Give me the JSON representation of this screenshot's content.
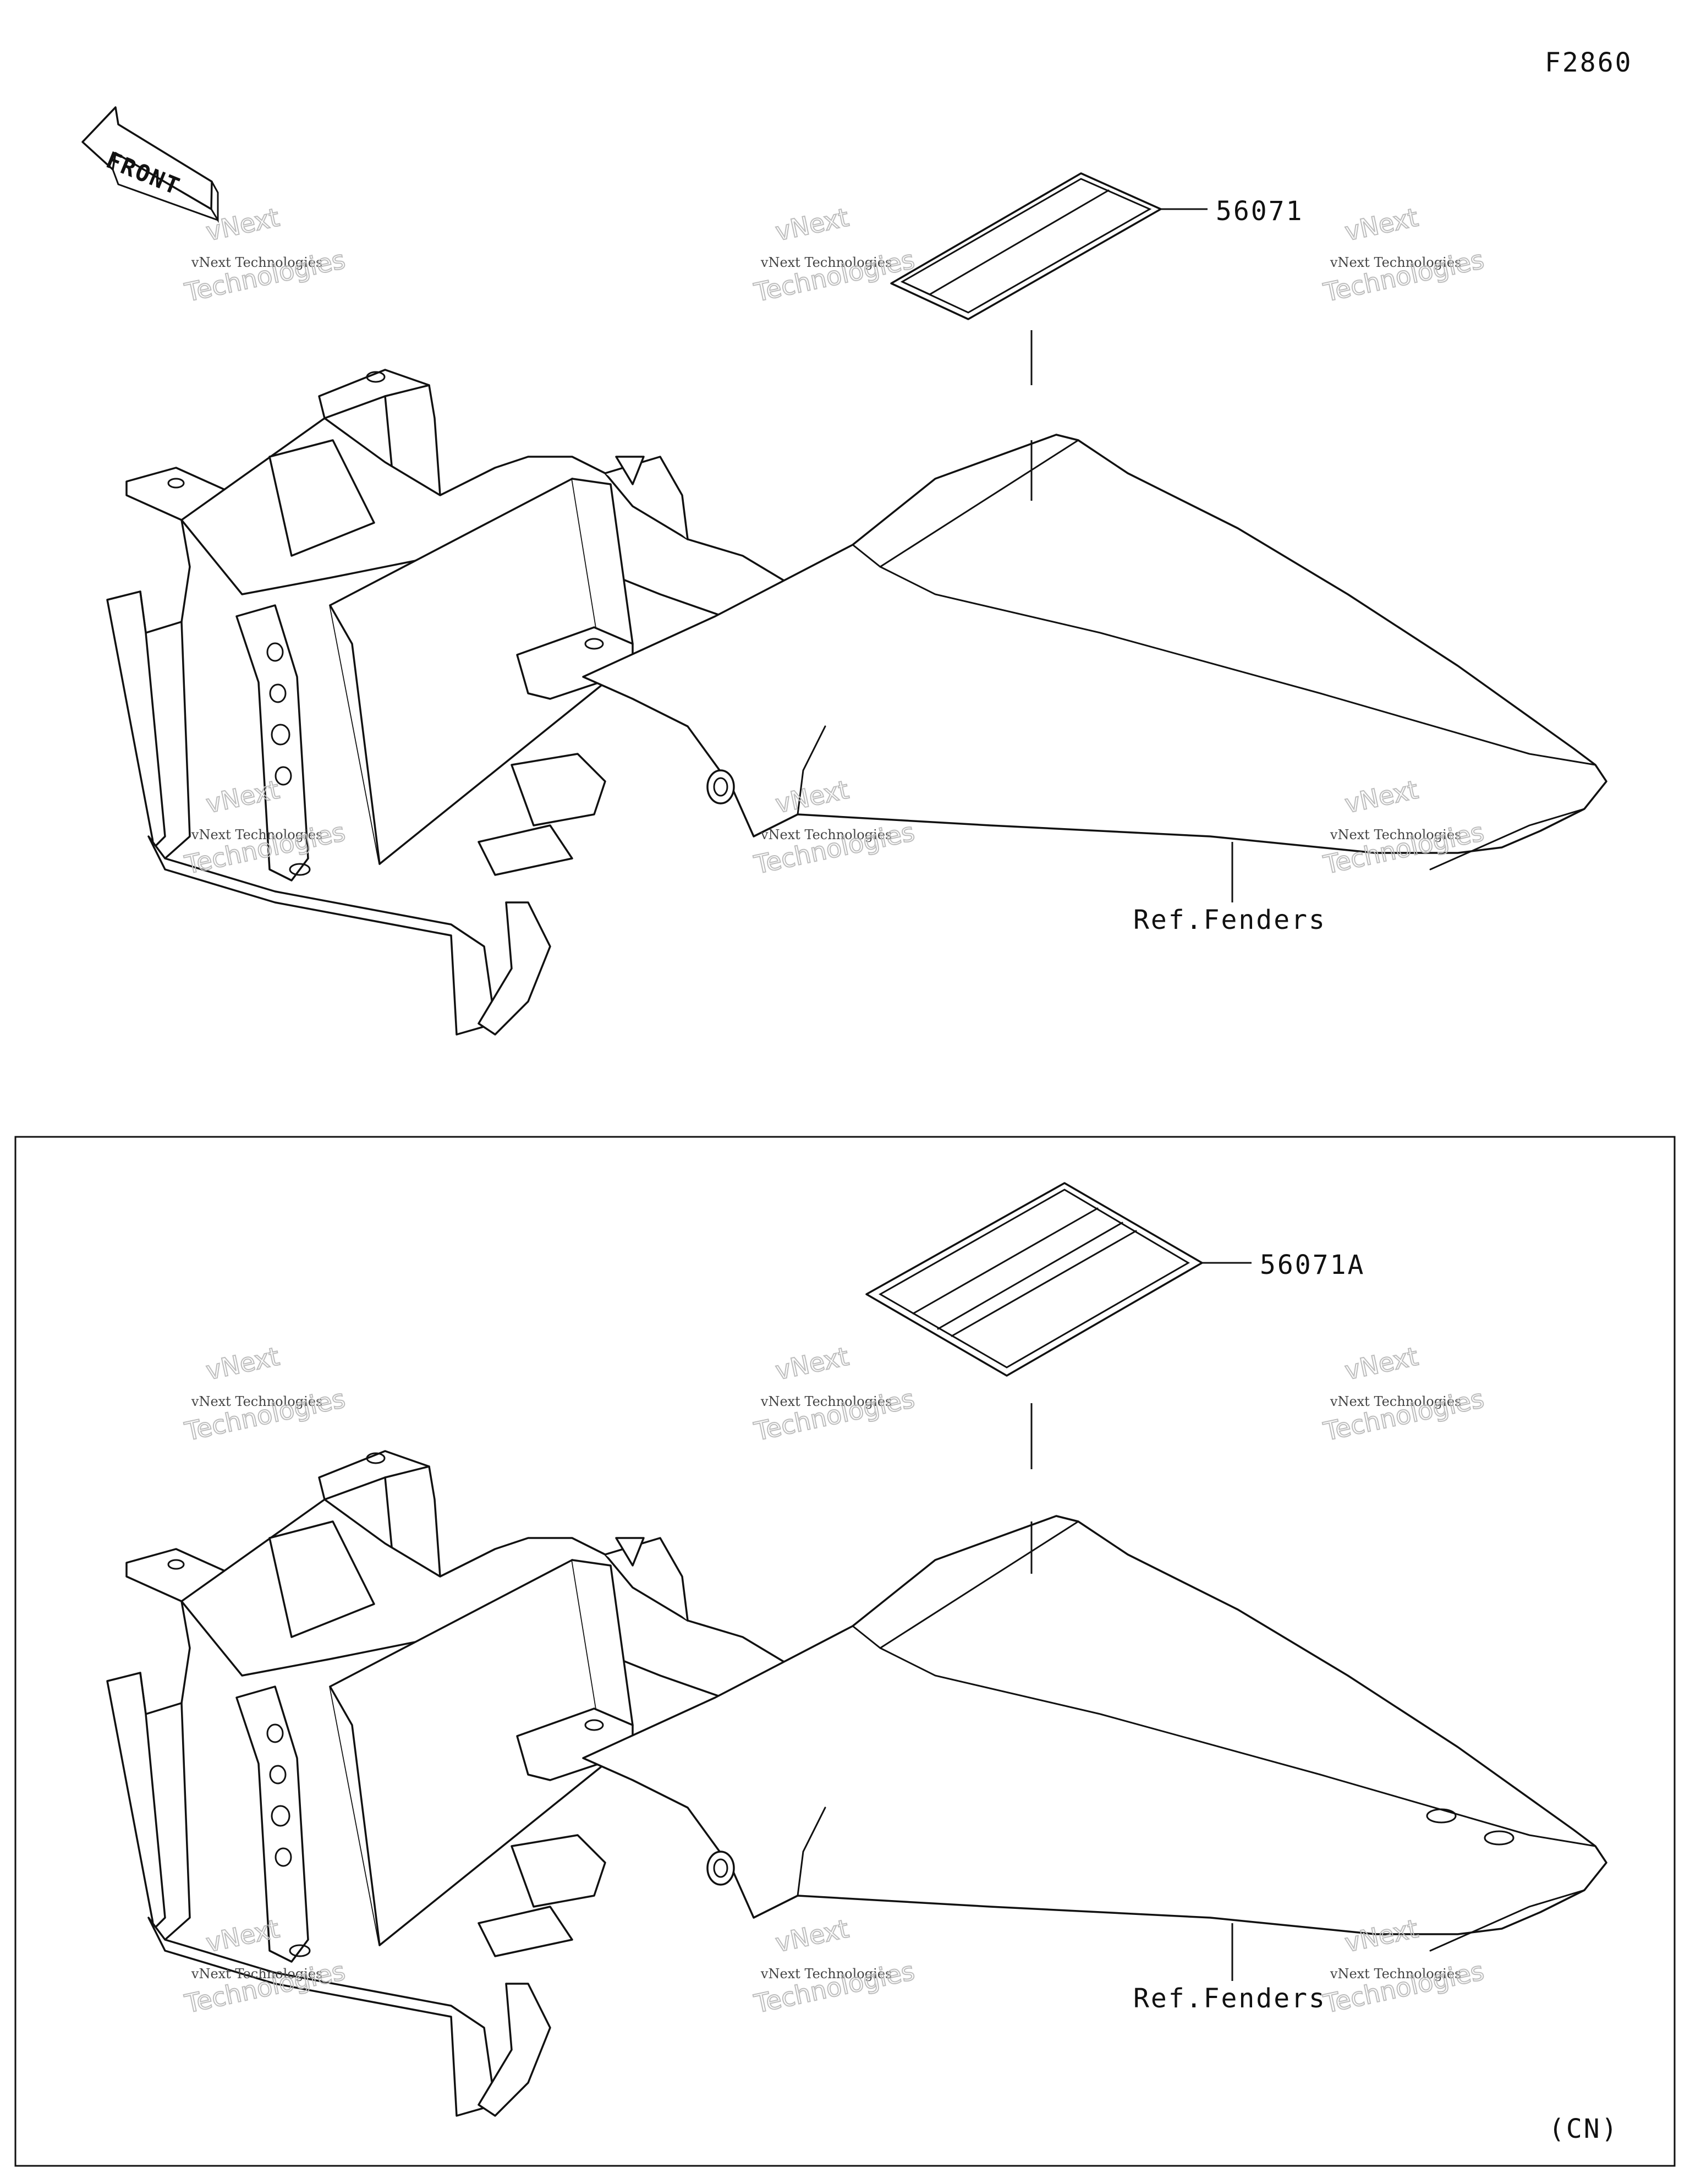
{
  "figure_code": "F2860",
  "front_arrow_label": "FRONT",
  "watermark": {
    "line1": "vNext",
    "line2": "vNext Technologies",
    "line3": "Technologies"
  },
  "panel_top": {
    "callouts": [
      {
        "part_number": "56071"
      },
      {
        "part_number": "Ref.Fenders"
      }
    ]
  },
  "panel_bottom": {
    "callouts": [
      {
        "part_number": "56071A"
      },
      {
        "part_number": "Ref.Fenders"
      }
    ],
    "region_tag": "(CN)"
  }
}
